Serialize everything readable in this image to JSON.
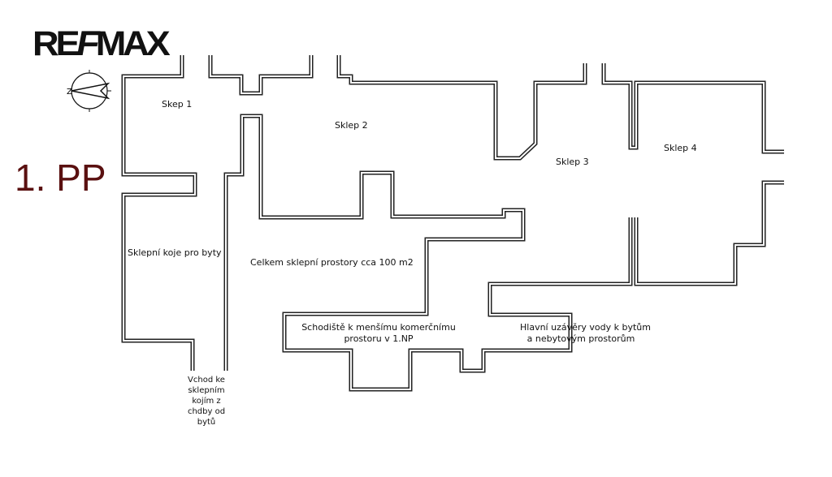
{
  "logo": "RE/MAX",
  "level": "1. PP",
  "compass": {
    "letter": "Z"
  },
  "rooms": {
    "skep1": "Skep 1",
    "sklep2": "Sklep 2",
    "sklep3": "Sklep 3",
    "sklep4": "Sklep 4",
    "koje": "Sklepní koje pro byty",
    "celkem": "Celkem sklepní prostory cca 100 m2",
    "schodiste_1": "Schodiště k menšímu komerčnímu",
    "schodiste_2": "prostoru v 1.NP",
    "uzavery_1": "Hlavní uzávěry vody k bytům",
    "uzavery_2": "a nebytovým prostorům",
    "vchod": [
      "Vchod ke",
      "sklepním",
      "kojím z",
      "chdby od",
      "bytů"
    ]
  }
}
